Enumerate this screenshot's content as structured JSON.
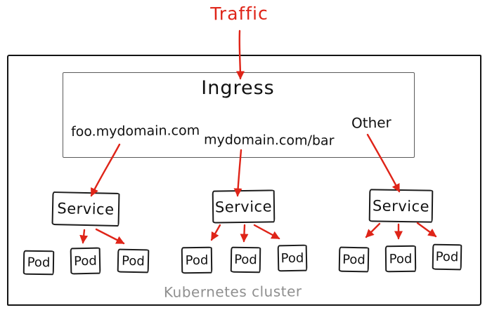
{
  "traffic_label": "Traffic",
  "ingress": {
    "label": "Ingress",
    "rules": [
      {
        "label": "foo.mydomain.com"
      },
      {
        "label": "mydomain.com/bar"
      },
      {
        "label": "Other"
      }
    ]
  },
  "service_label": "Service",
  "pod_label": "Pod",
  "cluster_label": "Kubernetes cluster",
  "colors": {
    "arrow": "#df2418",
    "traffic_text": "#df2418",
    "node_border": "#1c1c1c",
    "cluster_border": "#141414",
    "ingress_border": "#5a5a5a",
    "cluster_caption": "#8f8f8f"
  },
  "diagram": {
    "type": "kubernetes-ingress-routing",
    "edges": [
      {
        "from": "Traffic",
        "to": "Ingress"
      },
      {
        "from": "foo.mydomain.com",
        "to": "Service 1"
      },
      {
        "from": "mydomain.com/bar",
        "to": "Service 2"
      },
      {
        "from": "Other",
        "to": "Service 3"
      },
      {
        "from": "Service 1",
        "to": "Pod 2"
      },
      {
        "from": "Service 1",
        "to": "Pod 3"
      },
      {
        "from": "Service 2",
        "to": "Pod 4"
      },
      {
        "from": "Service 2",
        "to": "Pod 5"
      },
      {
        "from": "Service 2",
        "to": "Pod 6"
      },
      {
        "from": "Service 3",
        "to": "Pod 7"
      },
      {
        "from": "Service 3",
        "to": "Pod 8"
      },
      {
        "from": "Service 3",
        "to": "Pod 9"
      }
    ]
  }
}
